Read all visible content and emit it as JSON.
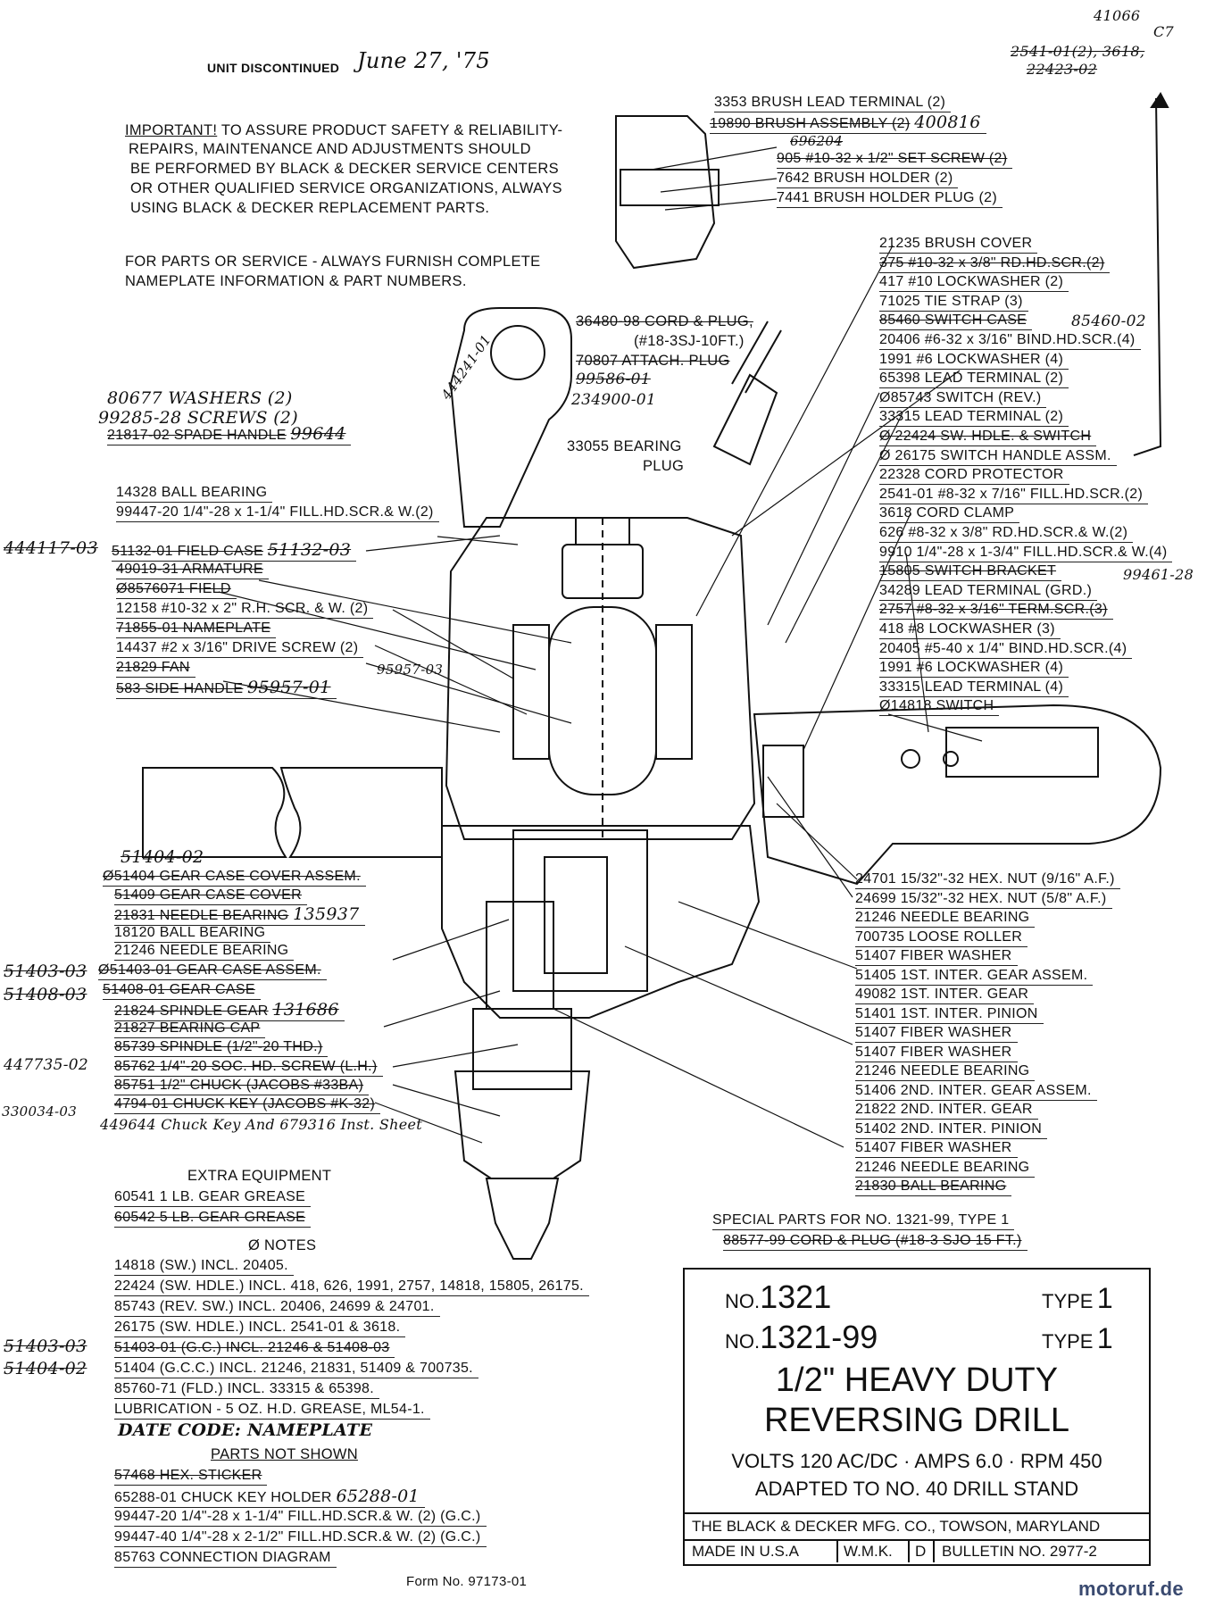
{
  "header": {
    "unit_discontinued_label": "UNIT DISCONTINUED",
    "unit_discontinued_date": "June 27, '75",
    "corner_note_1": "41066",
    "corner_note_2": "C7",
    "corner_note_3": "2541-01(2), 3618,",
    "corner_note_4": "22423-02"
  },
  "important_notice": {
    "lead": "IMPORTANT!",
    "line1": "TO ASSURE PRODUCT SAFETY & RELIABILITY-",
    "line2": "REPAIRS, MAINTENANCE AND ADJUSTMENTS SHOULD",
    "line3": "BE PERFORMED BY BLACK & DECKER SERVICE CENTERS",
    "line4": "OR OTHER QUALIFIED SERVICE ORGANIZATIONS, ALWAYS",
    "line5": "USING BLACK & DECKER REPLACEMENT PARTS."
  },
  "service_notice": {
    "line1": "FOR PARTS OR SERVICE - ALWAYS FURNISH COMPLETE",
    "line2": "NAMEPLATE INFORMATION & PART NUMBERS."
  },
  "handwritten": {
    "washers": "80677  WASHERS  (2)",
    "screws": "99285-28 SCREWS  (2)",
    "spade_new": "444241-01",
    "field_case_left": "444117-03",
    "field_case_new": "51132-03",
    "side_handle_new": "95957-03",
    "gear_cover_new": "51404-02",
    "needle_new": "135937",
    "gear_case_assem_new": "51403-03",
    "gear_case_new": "51408-03",
    "spindle_gear_new": "131686",
    "socket_screw_left": "447735-02",
    "chuck_key_left": "330034-03",
    "chuck_key_note": "449644 Chuck Key And 679316 Inst. Sheet",
    "brush_assembly_new": "400816",
    "brush_assembly_alt": "696204",
    "switch_case_new": "85460-02",
    "cord_plug_alt": "99586-01",
    "cord_plug_new": "234900-01",
    "switch_bracket_new": "99461-28",
    "notes_left_1": "51403-03",
    "notes_left_2": "51404-02",
    "notes_gc_new": "51408-03",
    "date_code": "DATE CODE: NAMEPLATE",
    "chuck_holder_new": "65288-01"
  },
  "left_parts": {
    "spade_handle": "21817-02 SPADE HANDLE",
    "spade_handle_old": "99644",
    "ball_bearing": "14328   BALL BEARING",
    "fill_screw": "99447-20  1/4\"-28 x 1-1/4\" FILL.HD.SCR.& W.(2)",
    "field_case": "51132-01 FIELD CASE",
    "armature": "49019-31 ARMATURE",
    "field": "Ø8576071 FIELD",
    "rh_screw": "12158    #10-32 x 2\" R.H. SCR. & W. (2)",
    "nameplate": "71855-01 NAMEPLATE",
    "drive_screw": "14437    #2 x 3/16\" DRIVE SCREW (2)",
    "fan": "21829    FAN",
    "side_handle": "583      SIDE HANDLE",
    "side_handle_old": "95957-01"
  },
  "lower_left_parts": {
    "gear_case_cover_assem": "Ø51404    GEAR CASE COVER ASSEM.",
    "gear_case_cover": "51409     GEAR CASE COVER",
    "needle_bearing": "21831    NEEDLE BEARING",
    "ball_bearing": "18120    BALL  BEARING",
    "needle_bearing_2": "21246    NEEDLE  BEARING",
    "gear_case_assem": "Ø51403-01 GEAR CASE ASSEM.",
    "gear_case": "51408-01 GEAR CASE",
    "spindle_gear": "21824    SPINDLE GEAR",
    "bearing_cap": "21827    BEARING CAP",
    "spindle": "85739    SPINDLE (1/2\"-20 THD.)",
    "socket_screw": "85762    1/4\"-20 SOC. HD. SCREW (L.H.)",
    "chuck": "85751    1/2\" CHUCK (JACOBS #33BA)",
    "chuck_key": "4794-01  CHUCK KEY (JACOBS #K-32)"
  },
  "top_right_parts": {
    "brush_lead_terminal": "3353   BRUSH LEAD TERMINAL (2)",
    "brush_assembly": "19890  BRUSH ASSEMBLY (2)",
    "set_screw": "905       #10-32 x 1/2\" SET SCREW (2)",
    "brush_holder": "7642      BRUSH HOLDER (2)",
    "brush_holder_plug": "7441      BRUSH HOLDER PLUG (2)"
  },
  "cord_parts": {
    "cord_plug": "36480-98 CORD & PLUG,",
    "cord_spec": "(#18-3SJ-10FT.)",
    "attach_plug": "70807  ATTACH. PLUG",
    "bearing_plug_1": "33055  BEARING",
    "bearing_plug_2": "PLUG"
  },
  "right_parts": [
    {
      "text": "21235  BRUSH COVER",
      "struck": false
    },
    {
      "text": "375   #10-32 x 3/8\" RD.HD.SCR.(2)",
      "struck": true
    },
    {
      "text": "417   #10 LOCKWASHER (2)",
      "struck": false
    },
    {
      "text": "71025  TIE STRAP (3)",
      "struck": false
    },
    {
      "text": "85460  SWITCH CASE",
      "struck": true
    },
    {
      "text": "20406  #6-32 x 3/16\" BIND.HD.SCR.(4)",
      "struck": false
    },
    {
      "text": "1991   #6 LOCKWASHER (4)",
      "struck": false
    },
    {
      "text": "65398  LEAD TERMINAL (2)",
      "struck": false
    },
    {
      "text": "Ø85743  SWITCH (REV.)",
      "struck": false
    },
    {
      "text": "33315  LEAD TERMINAL (2)",
      "struck": false
    },
    {
      "text": "Ø 22424  SW. HDLE. & SWITCH",
      "struck": true
    },
    {
      "text": "Ø 26175  SWITCH HANDLE ASSM.",
      "struck": false
    },
    {
      "text": "22328  CORD PROTECTOR",
      "struck": false
    },
    {
      "text": "2541-01  #8-32 x 7/16\" FILL.HD.SCR.(2)",
      "struck": false
    },
    {
      "text": "3618     CORD CLAMP",
      "struck": false
    },
    {
      "text": "626   #8-32 x 3/8\" RD.HD.SCR.& W.(2)",
      "struck": false
    },
    {
      "text": "9910  1/4\"-28 x 1-3/4\" FILL.HD.SCR.& W.(4)",
      "struck": false
    },
    {
      "text": "15805  SWITCH BRACKET",
      "struck": true
    },
    {
      "text": "34289  LEAD TERMINAL (GRD.)",
      "struck": false
    },
    {
      "text": "2757  #8-32 x 3/16\" TERM.SCR.(3)",
      "struck": true
    },
    {
      "text": "418    #8 LOCKWASHER (3)",
      "struck": false
    },
    {
      "text": "20405  #5-40 x 1/4\" BIND.HD.SCR.(4)",
      "struck": false
    },
    {
      "text": "1991   #6 LOCKWASHER (4)",
      "struck": false
    },
    {
      "text": "33315  LEAD TERMINAL (4)",
      "struck": false
    },
    {
      "text": "Ø14818  SWITCH",
      "struck": false
    }
  ],
  "lower_right_parts": [
    {
      "text": "24701   15/32\"-32 HEX. NUT (9/16\" A.F.)",
      "struck": false
    },
    {
      "text": "24699   15/32\"-32 HEX. NUT (5/8\" A.F.)",
      "struck": false
    },
    {
      "text": "21246   NEEDLE BEARING",
      "struck": false
    },
    {
      "text": "700735  LOOSE ROLLER",
      "struck": false
    },
    {
      "text": "51407   FIBER  WASHER",
      "struck": false
    },
    {
      "text": "51405   1ST. INTER. GEAR ASSEM.",
      "struck": false
    },
    {
      "text": "49082    1ST.  INTER.  GEAR",
      "struck": false
    },
    {
      "text": "51401    1ST.  INTER.  PINION",
      "struck": false
    },
    {
      "text": "51407   FIBER  WASHER",
      "struck": false
    },
    {
      "text": "51407   FIBER  WASHER",
      "struck": false
    },
    {
      "text": "21246   NEEDLE  BEARING",
      "struck": false
    },
    {
      "text": "51406   2ND. INTER. GEAR ASSEM.",
      "struck": false
    },
    {
      "text": "21822    2ND.  INTER.  GEAR",
      "struck": false
    },
    {
      "text": "51402    2ND.  INTER.  PINION",
      "struck": false
    },
    {
      "text": "51407   FIBER  WASHER",
      "struck": false
    },
    {
      "text": "21246   NEEDLE  BEARING",
      "struck": false
    },
    {
      "text": "21830   BALL  BEARING",
      "struck": true
    }
  ],
  "extra_equipment": {
    "heading": "EXTRA EQUIPMENT",
    "item1": "60541   1 LB. GEAR GREASE",
    "item2": "60542   5 LB. GEAR GREASE"
  },
  "notes": {
    "heading": "Ø NOTES",
    "n1": "14818 (SW.) INCL. 20405.",
    "n2": "22424 (SW. HDLE.) INCL. 418, 626, 1991, 2757, 14818, 15805, 26175.",
    "n3": "85743 (REV. SW.) INCL. 20406, 24699 & 24701.",
    "n4": "26175 (SW. HDLE.) INCL. 2541-01 & 3618.",
    "n5": "51403-01 (G.C.)     INCL. 21246 & 51408-03",
    "n6": "51404 (G.C.C.)     INCL. 21246, 21831, 51409 & 700735.",
    "n7": "85760-71 (FLD.)     INCL. 33315 & 65398.",
    "n8": "LUBRICATION - 5 OZ. H.D. GREASE, ML54-1."
  },
  "parts_not_shown": {
    "heading": "PARTS  NOT  SHOWN",
    "p1": "57468  HEX. STICKER",
    "p2": "65288-01 CHUCK KEY HOLDER",
    "p3": "99447-20  1/4\"-28 x 1-1/4\" FILL.HD.SCR.& W. (2) (G.C.)",
    "p4": "99447-40  1/4\"-28 x 2-1/2\" FILL.HD.SCR.& W. (2) (G.C.)",
    "p5": "85763  CONNECTION DIAGRAM",
    "form": "Form No. 97173-01"
  },
  "special_parts": {
    "heading": "SPECIAL PARTS FOR NO. 1321-99, TYPE 1",
    "item": "88577-99  CORD & PLUG (#18-3 SJO 15 FT.)"
  },
  "title_block": {
    "no_label": "NO.",
    "model1": "1321",
    "model2": "1321-99",
    "type_label": "TYPE",
    "type_value": "1",
    "title1": "1/2\" HEAVY DUTY",
    "title2": "REVERSING DRILL",
    "specs": "VOLTS 120 AC/DC · AMPS 6.0 · RPM 450",
    "adapted": "ADAPTED TO NO. 40 DRILL STAND",
    "company": "THE BLACK & DECKER MFG. CO., TOWSON, MARYLAND",
    "made_in": "MADE IN U.S.A",
    "wmk": "W.M.K.",
    "d": "D",
    "bulletin": "BULLETIN  NO. 2977-2"
  },
  "watermark": "motoruf.de"
}
